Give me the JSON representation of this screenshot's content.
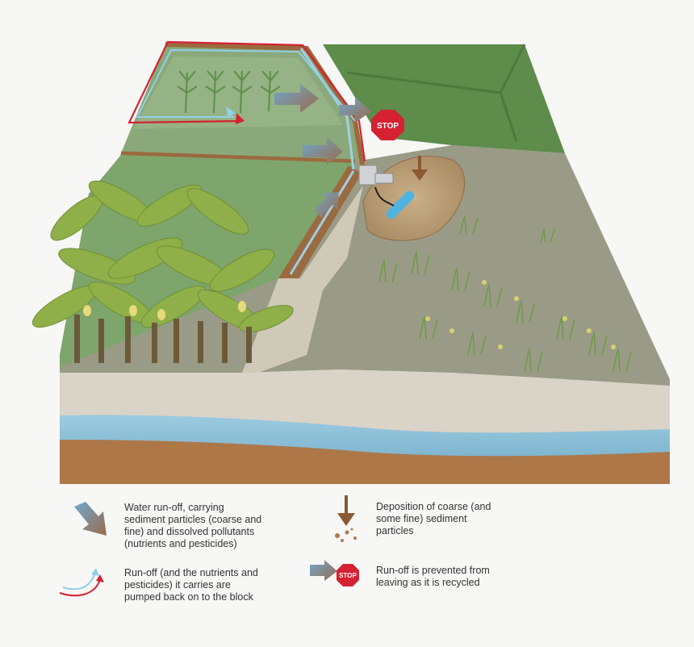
{
  "colors": {
    "background": "#f7f7f6",
    "water": "#8fc3d8",
    "soil": "#b07a4a",
    "sand": "#d9d2c6",
    "field": "#9a9a84",
    "grass": "#4e8a3a",
    "cane_block": "#7aa46a",
    "stop_sign": "#d62132",
    "runoff_line": "#d62132",
    "return_line": "#8fd0ea"
  },
  "scene": {
    "stop_label": "STOP"
  },
  "legend": {
    "runoff_water": "Water run-off, carrying\nsediment particles (coarse and\nfine) and dissolved pollutants\n(nutrients and pesticides)",
    "runoff_pumped": "Run-off (and the nutrients and\npesticides) it carries are\npumped back on to the block",
    "deposition": "Deposition of coarse (and\nsome fine) sediment\nparticles",
    "prevented": "Run-off is prevented from\nleaving as it is recycled",
    "stop_label": "STOP"
  },
  "icons": {
    "runoff_arrow": "gradient-arrow-icon",
    "pumped_arrow": "curved-return-arrow-icon",
    "deposition_arrow": "down-arrow-with-particles-icon",
    "stop_sign": "stop-sign-icon"
  }
}
